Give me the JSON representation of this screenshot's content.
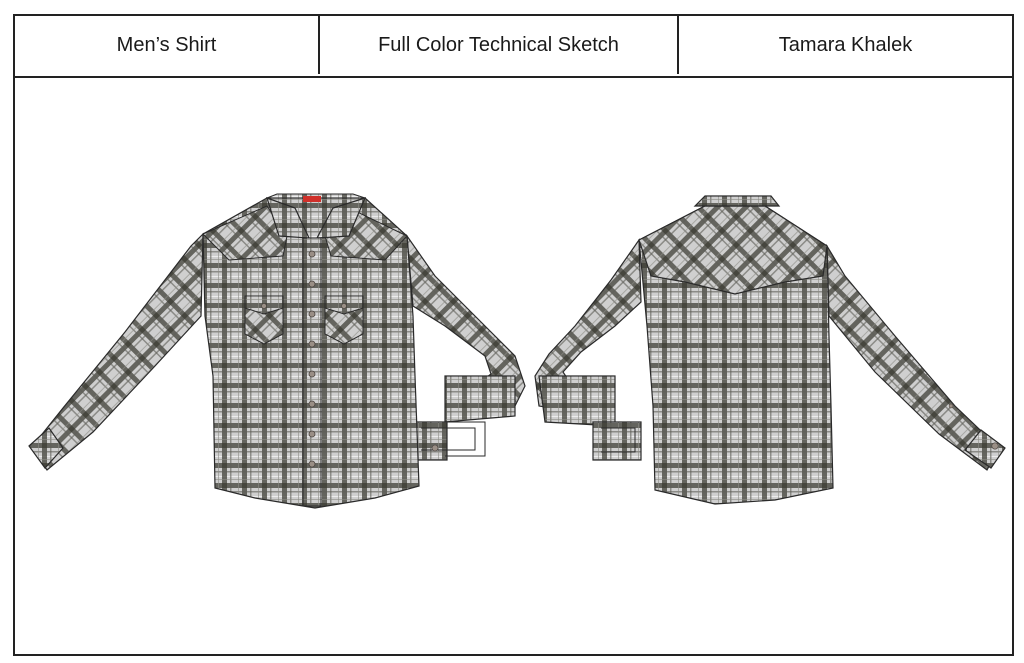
{
  "header": {
    "garment_type": "Men’s Shirt",
    "sketch_type": "Full Color Technical Sketch",
    "designer": "Tamara Khalek"
  },
  "colors": {
    "plaid_base": "#c9c9c9",
    "plaid_dark": "#3a3a32",
    "plaid_mid": "#8c8c86",
    "outline": "#2a2a2a",
    "label_red": "#d0302a",
    "button": "#9a8f86"
  },
  "views": {
    "front": "shirt-front-view",
    "back": "shirt-back-view"
  }
}
